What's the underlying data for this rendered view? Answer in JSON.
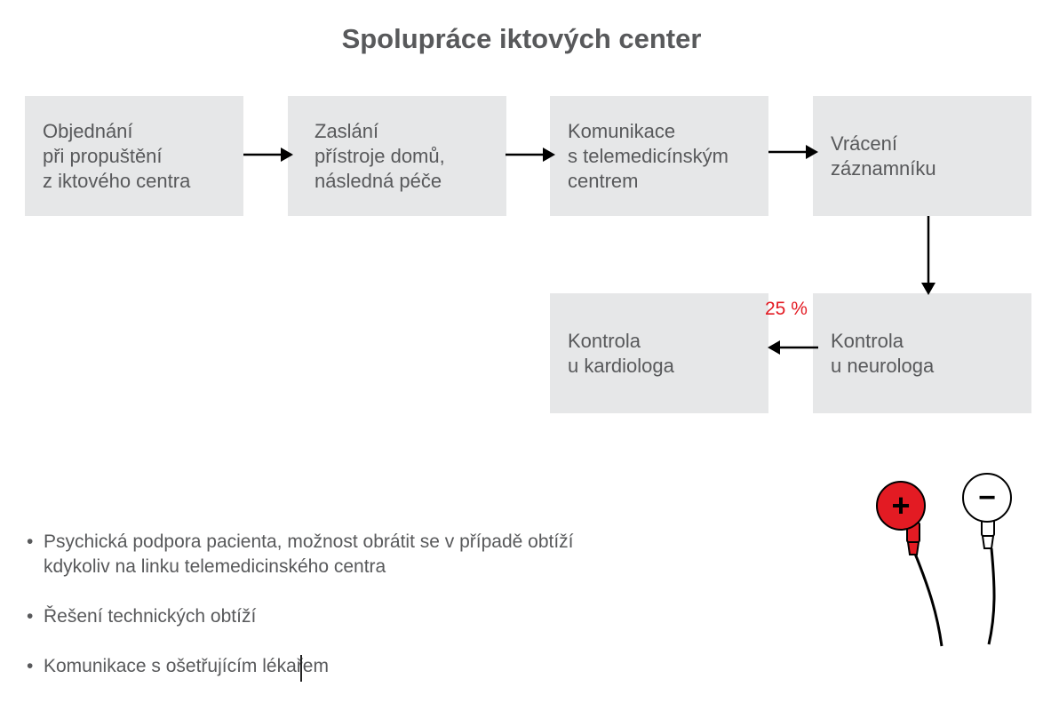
{
  "title": "Spolupráce iktových center",
  "boxes": {
    "box1": "Objednání\npři propuštění\nz iktového centra",
    "box2": "Zaslání\npřístroje domů,\nnásledná péče",
    "box3": "Komunikace\ns telemedicínským\ncentrem",
    "box4": "Vrácení\nzáznamníku",
    "box5": "Kontrola\nu kardiologa",
    "box6": "Kontrola\nu neurologa"
  },
  "percentage_label": "25 %",
  "bullets": [
    "Psychická podpora pacienta, možnost obrátit se v případě obtíží\nkdykoliv na linku telemedicinského centra",
    "Řešení technických obtíží",
    "Komunikace s ošetřujícím lékařem"
  ],
  "bullet_symbol": "•",
  "electrodes": {
    "positive_symbol": "+",
    "negative_symbol": "−",
    "positive_color": "#e31b23",
    "negative_color": "#ffffff"
  },
  "colors": {
    "box_fill": "#e6e7e8",
    "text": "#58595b",
    "accent_red": "#e31b23",
    "arrow": "#000000"
  }
}
